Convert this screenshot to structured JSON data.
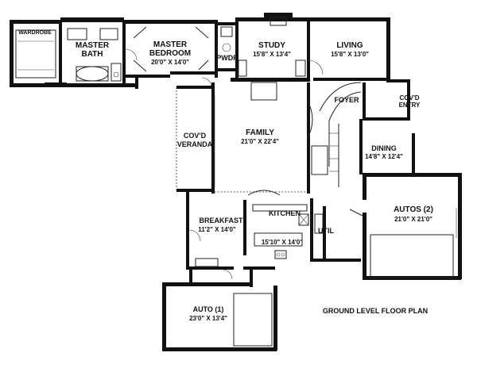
{
  "plan_title": "GROUND LEVEL FLOOR PLAN",
  "rooms": {
    "wardrobe": {
      "name": "WARDROBE"
    },
    "master_bath": {
      "name_line1": "MASTER",
      "name_line2": "BATH"
    },
    "master_bedroom": {
      "name_line1": "MASTER",
      "name_line2": "BEDROOM",
      "dims": "20'0\" X 14'0\""
    },
    "pwdr": {
      "name": "PWDR"
    },
    "study": {
      "name": "STUDY",
      "dims": "15'8\" X 13'4\""
    },
    "living": {
      "name": "LIVING",
      "dims": "15'8\" X 13'0\""
    },
    "foyer": {
      "name": "FOYER"
    },
    "covd_entry": {
      "name_line1": "COV'D",
      "name_line2": "ENTRY"
    },
    "covd_veranda": {
      "name_line1": "COV'D",
      "name_line2": "VERANDA"
    },
    "family": {
      "name": "FAMILY",
      "dims": "21'0\" X 22'4\""
    },
    "dining": {
      "name": "DINING",
      "dims": "14'8\" X 12'4\""
    },
    "autos_2": {
      "name": "AUTOS (2)",
      "dims": "21'0\" X 21'0\""
    },
    "breakfast": {
      "name": "BREAKFAST",
      "dims": "11'2\" X 14'0\""
    },
    "kitchen": {
      "name": "KITCHEN",
      "dims": "15'10\" X 14'0\""
    },
    "util": {
      "name": "UTIL"
    },
    "auto_1": {
      "name": "AUTO (1)",
      "dims": "23'0\" X 13'4\""
    }
  }
}
